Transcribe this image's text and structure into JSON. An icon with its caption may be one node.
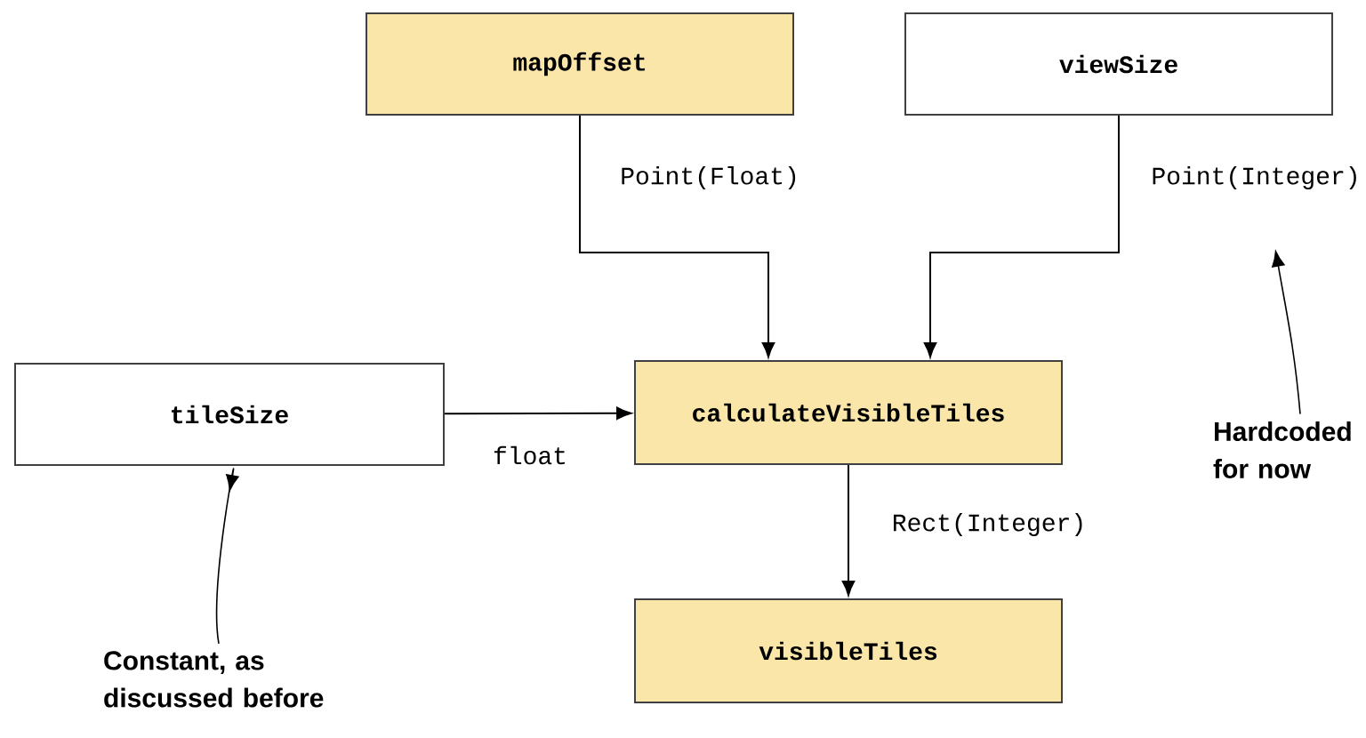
{
  "diagram": {
    "nodes": [
      {
        "text": [
          "mapOffset"
        ]
      },
      {
        "text": [
          "viewSize"
        ]
      },
      {
        "text": [
          "tileSize"
        ]
      },
      {
        "text": [
          "calculateVisibleTiles"
        ]
      },
      {
        "text": [
          "visibleTiles"
        ]
      },
      {
        "text": [
          "Constant, as discussed before"
        ]
      },
      {
        "text": [
          "Hardcoded for now"
        ]
      }
    ],
    "edges": [
      {
        "from": 0,
        "to": 3,
        "arrow": "to",
        "label": "Point(Float)"
      },
      {
        "from": 1,
        "to": 3,
        "arrow": "to",
        "label": "Point(Integer)"
      },
      {
        "from": 2,
        "to": 3,
        "arrow": "to",
        "label": "float"
      },
      {
        "from": 3,
        "to": 4,
        "arrow": "to",
        "label": "Rect(Integer)"
      },
      {
        "from": 5,
        "to": 2,
        "arrow": "to"
      },
      {
        "from": 6,
        "to": null,
        "arrow": "to"
      }
    ]
  }
}
